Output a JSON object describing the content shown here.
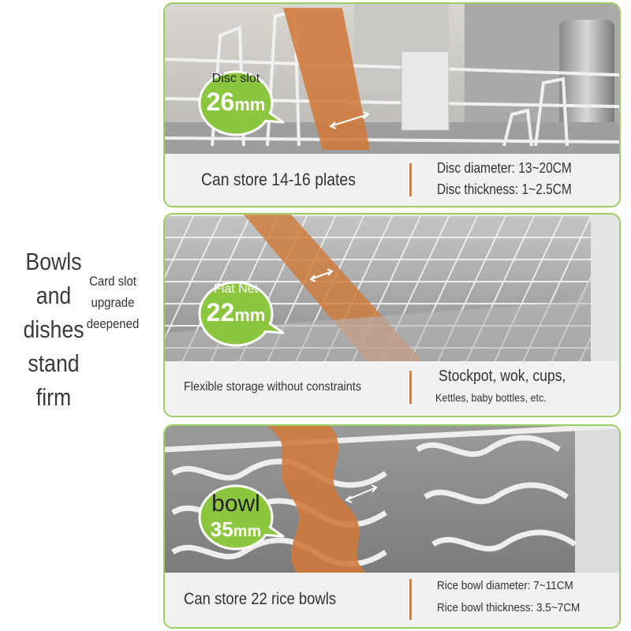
{
  "left": {
    "headline_lines": [
      "Bowls",
      "and",
      "dishes",
      "stand",
      "firm"
    ],
    "sub_lines": [
      "Card slot",
      "upgrade",
      "deepened"
    ]
  },
  "colors": {
    "panel_border": "#9ccd62",
    "accent_orange": "#e07a2c",
    "badge_green": "#8cc63f",
    "info_bg": "#f1f1f1"
  },
  "panels": [
    {
      "badge_label": "Disc slot",
      "badge_value": "26",
      "badge_unit": "mm",
      "caption": "Can store 14-16 plates",
      "spec_lines": [
        "Disc diameter: 13~20CM",
        "Disc thickness: 1~2.5CM"
      ]
    },
    {
      "badge_label": "Flat Net",
      "badge_value": "22",
      "badge_unit": "mm",
      "caption": "Flexible storage without constraints",
      "spec_lines": [
        "Stockpot, wok, cups,",
        "Kettles, baby bottles, etc."
      ]
    },
    {
      "badge_label": "bowl",
      "badge_value": "35",
      "badge_unit": "mm",
      "caption": "Can store 22 rice bowls",
      "spec_lines": [
        "Rice bowl diameter: 7~11CM",
        "Rice bowl thickness: 3.5~7CM"
      ]
    }
  ]
}
